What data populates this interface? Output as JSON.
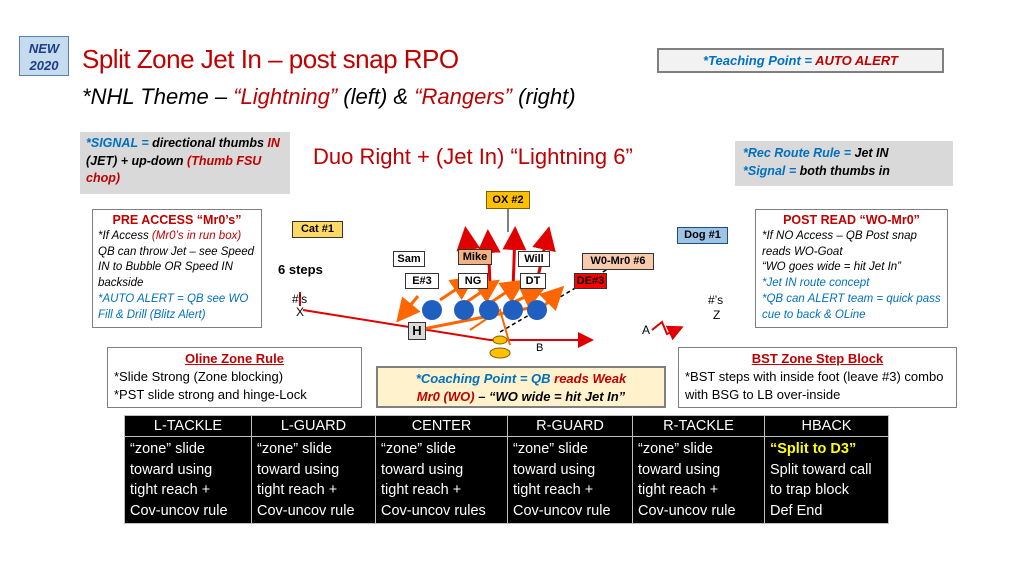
{
  "badge": {
    "line1": "NEW",
    "line2": "2020"
  },
  "title": "Split Zone Jet In – post snap RPO",
  "subtitle": {
    "star": "*",
    "theme": "NHL Theme – ",
    "lightning": "“Lightning”",
    "left": " (left) & ",
    "rangers": "“Rangers”",
    "right": " (right)"
  },
  "teaching_point": {
    "label": "*Teaching Point = ",
    "value": "AUTO ALERT"
  },
  "signal": {
    "label": "*SIGNAL = ",
    "text1": "directional thumbs ",
    "in": "IN",
    "text2": " (JET) + up-down ",
    "chop": "(Thumb FSU chop)"
  },
  "play_call": "Duo Right + (Jet In) “Lightning 6”",
  "rec_route": {
    "l1a": "*Rec Route Rule = ",
    "l1b": "Jet IN",
    "l2a": "*Signal = ",
    "l2b": "both thumbs in"
  },
  "pre_access": {
    "head": "PRE ACCESS “Mr0’s”",
    "l1a": "*If Access ",
    "l1b": "(Mr0’s in run box)",
    "l1c": " QB can throw Jet – see Speed IN to Bubble OR Speed IN backside",
    "l2": "*AUTO ALERT = QB see WO Fill & Drill (Blitz Alert)"
  },
  "post_read": {
    "head": "POST READ “WO-Mr0”",
    "l1": "*If NO Access – QB Post snap reads WO-Goat",
    "l2": "“WO goes wide = hit Jet In”",
    "l3": "*Jet IN route concept",
    "l4": "*QB can ALERT team = quick pass cue to back & OLine"
  },
  "diagram": {
    "ox": "OX #2",
    "cat": "Cat #1",
    "dog": "Dog #1",
    "sam": "Sam",
    "mike": "Mike",
    "will": "Will",
    "wo": "W0-Mr0 #6",
    "e3": "E#3",
    "ng": "NG",
    "dt": "DT",
    "de3": "DE#3",
    "steps": "6 steps",
    "hash_s_left": "#’s",
    "x": "X",
    "hash_s_right": "#’s",
    "z": "Z",
    "h": "H",
    "a": "A",
    "b": "B",
    "colors": {
      "orange": "#ff6600",
      "red": "#e00000",
      "blue": "#1f5fbf",
      "yellow": "#ffc000",
      "cat_fill": "#ffd966",
      "dog_fill": "#9dc3e6",
      "mike_fill": "#f4b183",
      "wo_fill": "#f8cbad"
    }
  },
  "oline": {
    "head": "Oline Zone Rule",
    "l1": "*Slide Strong (Zone blocking)",
    "l2": "*PST slide strong and hinge-Lock"
  },
  "coaching": {
    "a": "*Coaching Point = QB ",
    "b": "reads Weak",
    "c": "Mr0 (WO)",
    "d": " – “WO wide = hit Jet In”"
  },
  "bst": {
    "head": "BST Zone Step Block",
    "l1": "*BST steps with inside foot (leave #3) combo with BSG to LB over-inside"
  },
  "table": {
    "headers": [
      "L-TACKLE",
      "L-GUARD",
      "CENTER",
      "R-GUARD",
      "R-TACKLE",
      "HBACK"
    ],
    "rows": [
      [
        "“zone” slide",
        "“zone” slide",
        "“zone” slide",
        "“zone” slide",
        "“zone” slide",
        "“Split to D3”"
      ],
      [
        "toward using",
        "toward using",
        "toward using",
        "toward using",
        "toward using",
        "Split toward call"
      ],
      [
        "tight reach +",
        "tight reach +",
        "tight reach +",
        "tight reach +",
        "tight reach +",
        "to trap block"
      ],
      [
        "Cov-uncov rule",
        "Cov-uncov rule",
        "Cov-uncov rules",
        "Cov-uncov rule",
        "Cov-uncov rule",
        "Def End"
      ]
    ]
  }
}
